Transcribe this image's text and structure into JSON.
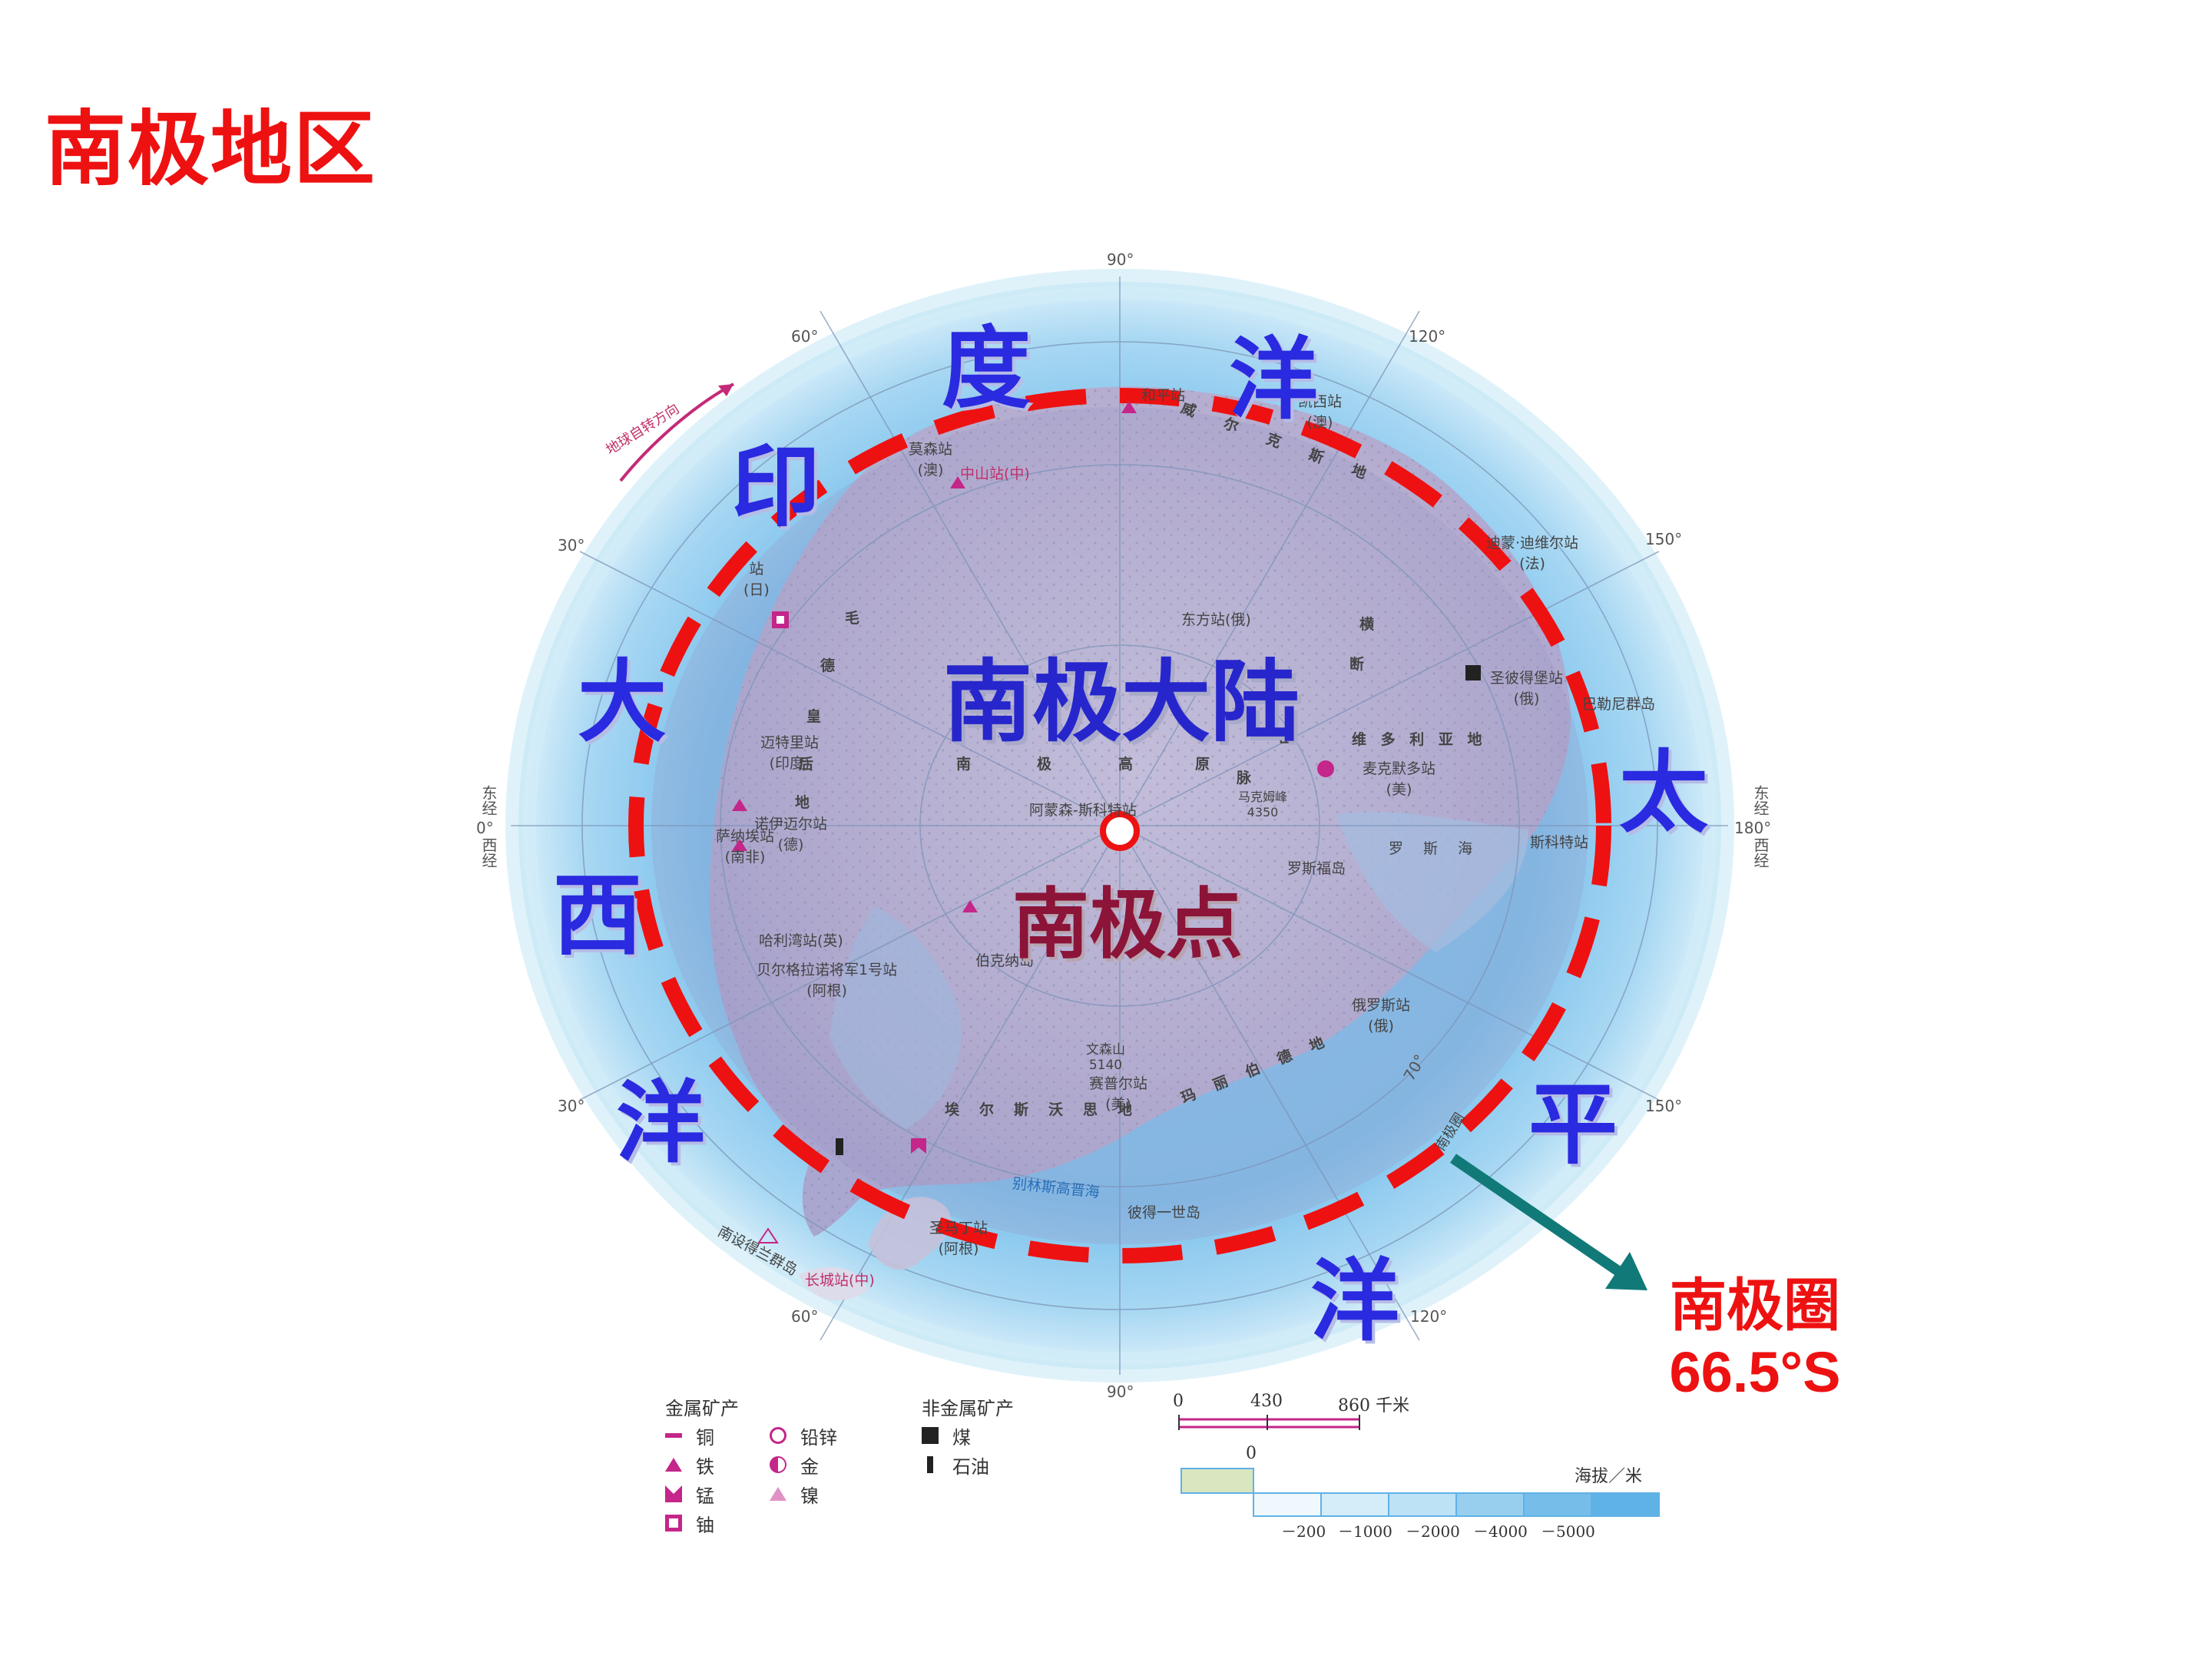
{
  "title": "南极地区",
  "labels": {
    "continent": "南极大陆",
    "pole": "南极点",
    "circle_name": "南极圈",
    "circle_lat": "66.5°S",
    "indian": [
      "印",
      "度",
      "洋"
    ],
    "atlantic": [
      "大",
      "西",
      "洋"
    ],
    "pacific": [
      "太",
      "平",
      "洋"
    ]
  },
  "graticule": {
    "top": "90°",
    "bottom": "90°",
    "tl": "60°",
    "tr": "120°",
    "bl": "60°",
    "br": "120°",
    "l_up": "30°",
    "l_down": "30°",
    "r_up": "150°",
    "r_down": "150°",
    "left_axis": [
      "东经",
      "0°",
      "西经"
    ],
    "right_axis": [
      "东经",
      "180°",
      "西经"
    ],
    "lat70": "70°"
  },
  "rotation_note": "地球自转方向",
  "place_names": {
    "mawson": "莫森站\n(澳)",
    "zhongshan": "中山站(中)",
    "heping": "和平站",
    "casey": "凯西站\n(澳)",
    "wilkes": "威尔克斯地",
    "dumont": "迪蒙·迪维尔站\n(法)",
    "vostok": "东方站(俄)",
    "syowa": "站\n(日)",
    "queen_maud": [
      "毛",
      "德",
      "皇",
      "后",
      "地"
    ],
    "maitri": "迈特里站\n(印度)",
    "neumayer": "诺伊迈尔站\n(德)",
    "sanae": "萨纳埃站\n(南非)",
    "transant": [
      "横",
      "断",
      "山",
      "脉"
    ],
    "victoria": "维 多 利 亚 地",
    "mcmurdo": "麦克默多站\n(美)",
    "markham": "马克姆峰\n4350",
    "scott_base": "斯科特站",
    "ross_sea": "罗 斯 海",
    "ross_island": "罗斯福岛",
    "plateau": [
      "南",
      "极",
      "高",
      "原"
    ],
    "amundsen_scott": "阿蒙森-斯科特站",
    "leningrad": "圣彼得堡站\n(俄)",
    "balleny": "巴勒尼群岛",
    "halley": "哈利湾站(英)",
    "belgrano": "贝尔格拉诺将军1号站\n(阿根)",
    "berkner": "伯克纳岛",
    "vinson": "文森山\n5140",
    "siple": "赛普尔站\n(美)",
    "ellsworth": "埃尔斯沃思地",
    "marie_byrd": "玛丽伯德地",
    "russkaya": "俄罗斯站\n(俄)",
    "bellingshausen": "别林斯高晋海",
    "peter_i": "彼得一世岛",
    "san_martin": "圣马丁站\n(阿根)",
    "great_wall": "长城站(中)",
    "south_shetland": "南设得兰群岛",
    "antarctic_circle_label": "南极圈"
  },
  "legend": {
    "metal_title": "金属矿产",
    "nonmetal_title": "非金属矿产",
    "metal": [
      "铜",
      "铁",
      "锰",
      "铀"
    ],
    "metal2": [
      "铅锌",
      "金",
      "镍"
    ],
    "nonmetal": [
      "煤",
      "石油"
    ],
    "scale_ticks": [
      "0",
      "430",
      "860 千米"
    ],
    "elev_title": "海拔／米",
    "elev_zero": "0",
    "depths": [
      "－200",
      "－1000",
      "－2000",
      "－4000",
      "－5000"
    ]
  },
  "colors": {
    "ocean_deep": "#5fb2e6",
    "ocean_light": "#bfe3f6",
    "ice": "#bdb6d4",
    "circle_dash": "#ee1111",
    "arrow": "#117a78",
    "title": "#ee1111"
  }
}
